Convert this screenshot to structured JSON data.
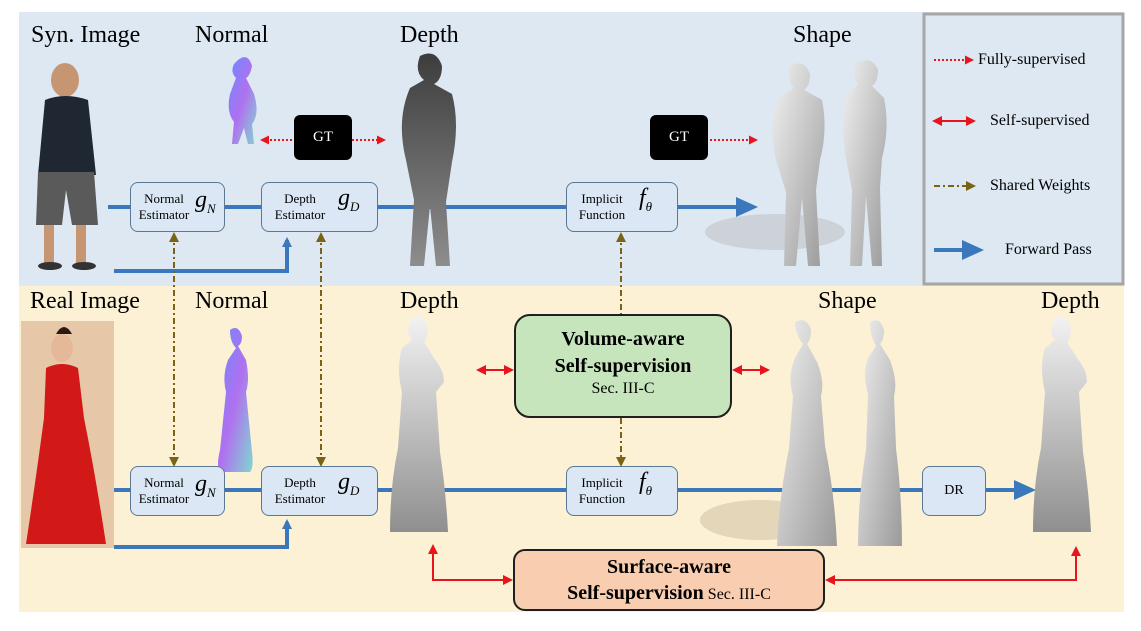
{
  "labels": {
    "syn_image": "Syn. Image",
    "normal_top": "Normal",
    "depth_top": "Depth",
    "shape_top": "Shape",
    "real_image": "Real Image",
    "normal_bottom": "Normal",
    "depth_bottom": "Depth",
    "shape_bottom": "Shape",
    "depth_right": "Depth"
  },
  "gt_label": "GT",
  "modules": {
    "normal_estimator": {
      "line1": "Normal",
      "line2": "Estimator",
      "symbol": "g",
      "subscript": "N"
    },
    "depth_estimator": {
      "line1": "Depth",
      "line2": "Estimator",
      "symbol": "g",
      "subscript": "D"
    },
    "implicit_function": {
      "line1": "Implicit",
      "line2": "Function",
      "symbol": "f",
      "subscript": "θ"
    },
    "dr": "DR"
  },
  "volume_box": {
    "line1": "Volume-aware",
    "line2": "Self-supervision",
    "line3": "Sec. III-C"
  },
  "surface_box": {
    "line1": "Surface-aware",
    "line2": "Self-supervision",
    "sec": "Sec. III-C"
  },
  "legend": [
    {
      "label": "Fully-supervised",
      "style": "dotted-red-arrow"
    },
    {
      "label": "Self-supervised",
      "style": "double-red-arrow"
    },
    {
      "label": "Shared Weights",
      "style": "dashdot-brown-double-arrow"
    },
    {
      "label": "Forward Pass",
      "style": "thick-blue-arrow"
    }
  ],
  "colors": {
    "top_panel": "#dde8f3",
    "bottom_panel": "#fcf1d4",
    "forward": "#3a77bb",
    "self_supervised": "#e8141c",
    "shared": "#7a6414",
    "volume_box": "#c7e5bc",
    "surface_box": "#f8cdb0"
  }
}
